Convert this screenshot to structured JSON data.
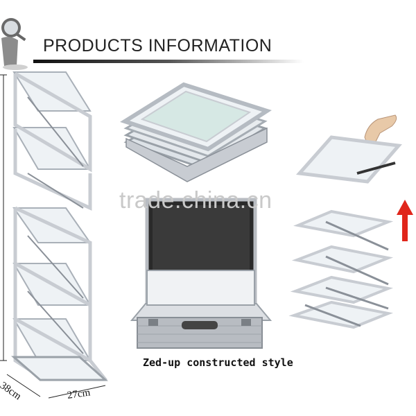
{
  "header": {
    "title": "PRODUCTS INFORMATION"
  },
  "caption": {
    "text": "Zed-up constructed style"
  },
  "watermark": {
    "text": "trade.china.cn"
  },
  "dimensions": {
    "depth": "38cm",
    "width": "27cm"
  },
  "colors": {
    "frame": "#c8ccd2",
    "frame_dark": "#8a9098",
    "glass": "#eef2f5",
    "arrow": "#e0261b",
    "case": "#b8bcc2"
  }
}
